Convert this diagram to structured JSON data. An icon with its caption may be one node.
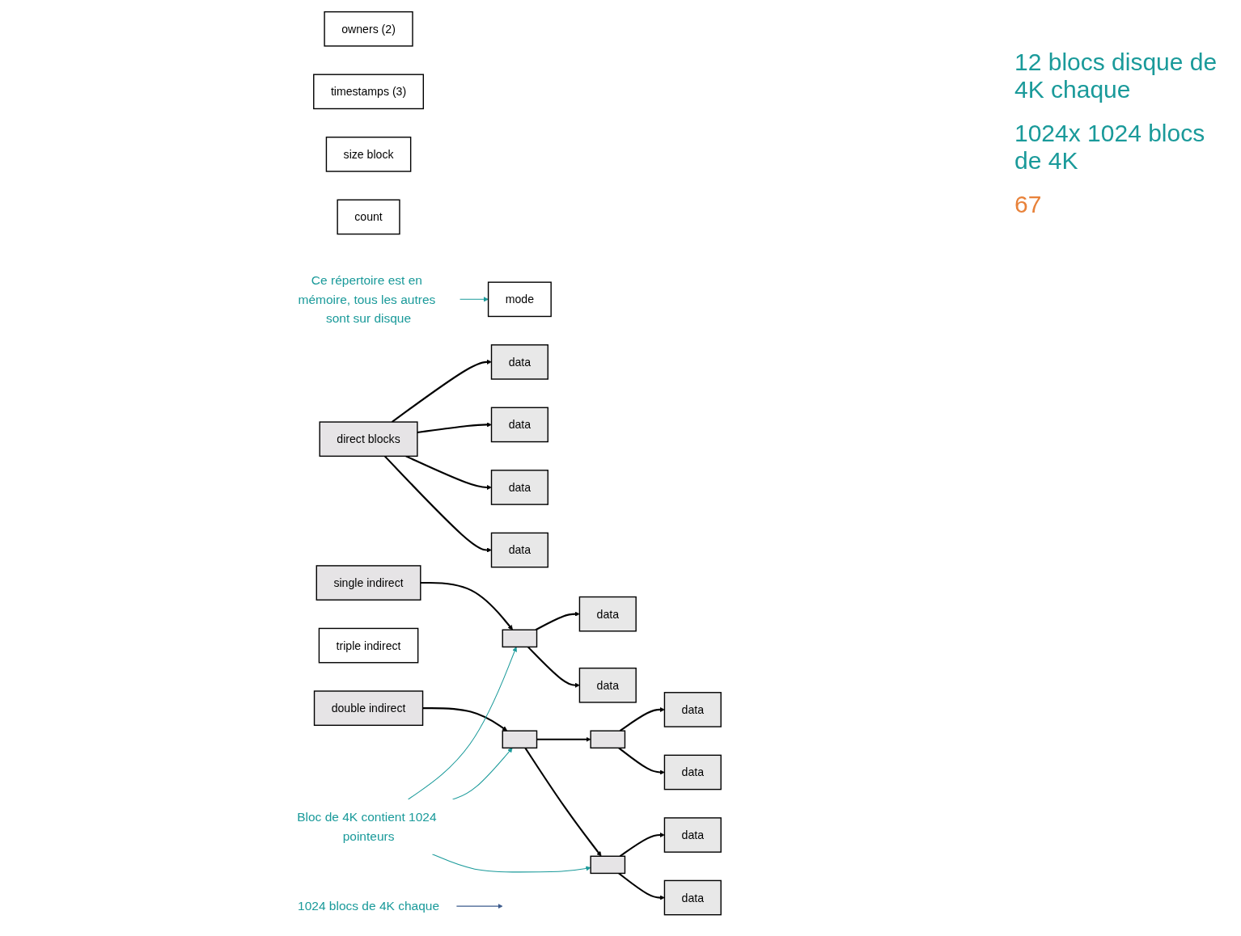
{
  "diagram": {
    "nodes": [
      {
        "text": [
          "mode"
        ]
      },
      {
        "text": [
          "owners (2)"
        ]
      },
      {
        "text": [
          "timestamps (3)"
        ]
      },
      {
        "text": [
          "size block"
        ]
      },
      {
        "text": [
          "count"
        ]
      },
      {
        "text": [
          "direct blocks"
        ]
      },
      {
        "text": [
          "single indirect"
        ]
      },
      {
        "text": [
          "double indirect"
        ]
      },
      {
        "text": [
          "triple indirect"
        ]
      },
      {
        "text": [
          "data"
        ]
      },
      {
        "text": [
          "data"
        ]
      },
      {
        "text": [
          "data"
        ]
      },
      {
        "text": [
          "data"
        ]
      },
      {
        "text": [],
        "shape": "box"
      },
      {
        "text": [
          "data"
        ]
      },
      {
        "text": [
          "data"
        ]
      },
      {
        "text": [],
        "shape": "box"
      },
      {
        "text": [],
        "shape": "box"
      },
      {
        "text": [],
        "shape": "box"
      },
      {
        "text": [
          "data"
        ]
      },
      {
        "text": [
          "data"
        ]
      },
      {
        "text": [
          "data"
        ]
      },
      {
        "text": [
          "data"
        ]
      },
      {
        "text": [
          "Ce répertoire est en mémoire, tous les autres sont sur disque"
        ]
      },
      {
        "text": [
          "1024 blocs de 4K chaque"
        ]
      },
      {
        "text": [
          "Bloc de 4K contient 1024 pointeurs"
        ]
      }
    ],
    "edges": [
      {
        "from": 5,
        "to": 9,
        "arrow": "to"
      },
      {
        "from": 5,
        "to": 10,
        "arrow": "to"
      },
      {
        "from": 5,
        "to": 11,
        "arrow": "to"
      },
      {
        "from": 5,
        "to": 12,
        "arrow": "to"
      },
      {
        "from": 6,
        "to": 13,
        "arrow": "to"
      },
      {
        "from": 13,
        "to": 14,
        "arrow": "to"
      },
      {
        "from": 13,
        "to": 15,
        "arrow": "to"
      },
      {
        "from": 7,
        "to": 16,
        "arrow": "to"
      },
      {
        "from": 16,
        "to": 17,
        "arrow": "to"
      },
      {
        "from": 16,
        "to": 18,
        "arrow": "to"
      },
      {
        "from": 17,
        "to": 19,
        "arrow": "to"
      },
      {
        "from": 17,
        "to": 20,
        "arrow": "to"
      },
      {
        "from": 18,
        "to": 21,
        "arrow": "to"
      },
      {
        "from": 18,
        "to": 22,
        "arrow": "to"
      },
      {
        "from": 23,
        "to": 0,
        "arrow": "to",
        "color": "#1a9a9a"
      },
      {
        "from": 24,
        "to": null,
        "arrow": "to",
        "color": "#3b5b8c"
      },
      {
        "from": 25,
        "to": 13,
        "arrow": "to",
        "color": "#1a9a9a"
      },
      {
        "from": 25,
        "to": 16,
        "arrow": "to",
        "color": "#1a9a9a"
      },
      {
        "from": 25,
        "to": 18,
        "arrow": "to",
        "color": "#1a9a9a"
      }
    ],
    "labels": [
      "12 blocs disque de 4K chaque",
      "1024x 1024 blocs de 4K",
      "67"
    ]
  }
}
